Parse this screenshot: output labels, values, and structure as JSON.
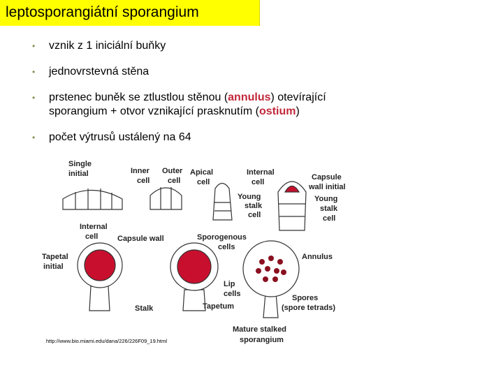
{
  "title": "leptosporangiátní sporangium",
  "bullets": [
    {
      "text": "vznik z 1 iniciální buňky"
    },
    {
      "text": "jednovrstevná stěna"
    },
    {
      "pre": "prstenec buněk se ztlustlou stěnou (",
      "highlight": "annulus",
      "post": ") otevírající",
      "line2pre": "sporangium + otvor vznikající prasknutím (",
      "highlight2": "ostium",
      "line2post": ")"
    },
    {
      "text": "počet výtrusů ustálený na 64"
    }
  ],
  "figure_labels": {
    "single_initial": [
      "Single",
      "initial"
    ],
    "inner_cell": [
      "Inner",
      "cell"
    ],
    "outer_cell": [
      "Outer",
      "cell"
    ],
    "apical_cell": [
      "Apical",
      "cell"
    ],
    "internal_cell_top": [
      "Internal",
      "cell"
    ],
    "capsule_wall_initial": [
      "Capsule",
      "wall initial"
    ],
    "young_stalk_cell_left": [
      "Young",
      "stalk",
      "cell"
    ],
    "young_stalk_cell_right": [
      "Young",
      "stalk",
      "cell"
    ],
    "internal_cell_mid": [
      "Internal",
      "cell"
    ],
    "capsule_wall": "Capsule wall",
    "sporogenous_cells": [
      "Sporogenous",
      "cells"
    ],
    "annulus": "Annulus",
    "tapetal_initial": [
      "Tapetal",
      "initial"
    ],
    "lip_cells": [
      "Lip",
      "cells"
    ],
    "spores": [
      "Spores",
      "(spore tetrads)"
    ],
    "stalk": "Stalk",
    "tapetum": "Tapetum",
    "mature_stalked_sporangium": [
      "Mature stalked",
      "sporangium"
    ]
  },
  "source_url": "http://www.bio.miami.edu/dana/226/226F09_19.html",
  "colors": {
    "title_bg": "#ffff00",
    "highlight": "#c0283a",
    "cell_fill": "#c8102e"
  }
}
